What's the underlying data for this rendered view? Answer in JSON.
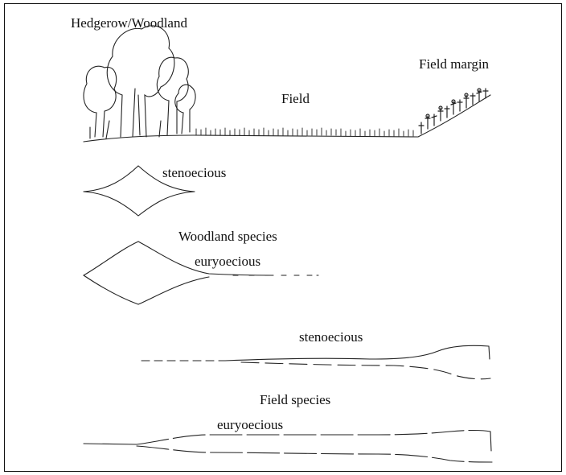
{
  "labels": {
    "hedgerow": "Hedgerow/Woodland",
    "field": "Field",
    "field_margin": "Field margin",
    "woodland_steno": "stenoecious",
    "woodland_species": "Woodland species",
    "woodland_eury": "euryoecious",
    "field_steno": "stenoecious",
    "field_species": "Field species",
    "field_eury": "euryoecious"
  }
}
